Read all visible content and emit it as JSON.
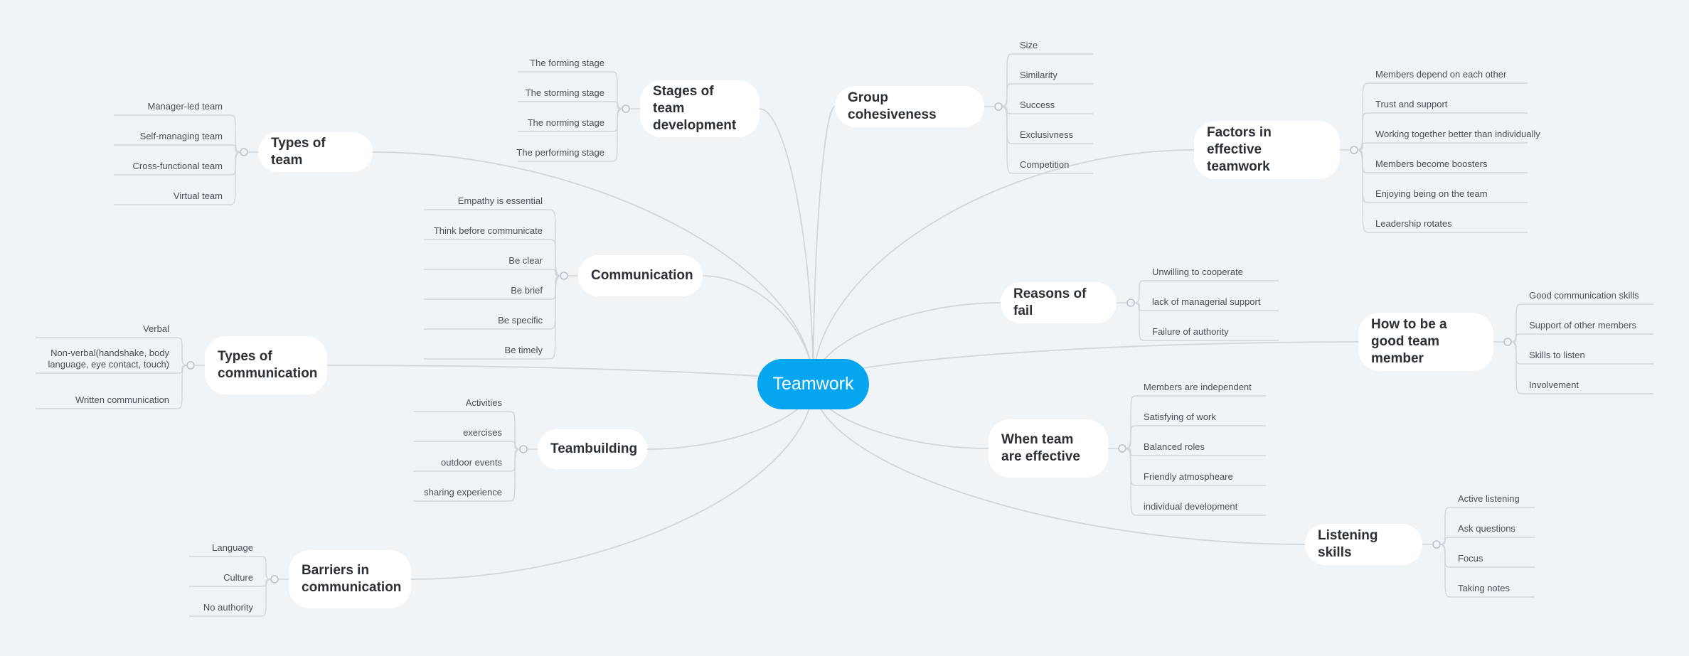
{
  "center": {
    "label": "Teamwork",
    "color": "#05a5ef"
  },
  "colors": {
    "background": "#f0f4f7",
    "line": "#cfd6dc",
    "topic_bg": "#ffffff"
  },
  "topics": [
    {
      "id": "types-of-team",
      "label": "Types of team",
      "side": "left",
      "subs": [
        "Manager-led team",
        "Self-managing team",
        "Cross-functional team",
        "Virtual team"
      ]
    },
    {
      "id": "stages-of-team-development",
      "label": "Stages of team development",
      "side": "left",
      "subs": [
        "The forming stage",
        "The storming stage",
        "The norming stage",
        "The performing stage"
      ]
    },
    {
      "id": "communication",
      "label": "Communication",
      "side": "left",
      "subs": [
        "Empathy is essential",
        "Think before communicate",
        "Be clear",
        "Be brief",
        "Be specific",
        "Be timely"
      ]
    },
    {
      "id": "types-of-communication",
      "label": "Types of communication",
      "side": "left",
      "subs": [
        "Verbal",
        "Non-verbal(handshake, body language, eye contact, touch)",
        "Written communication"
      ]
    },
    {
      "id": "teambuilding",
      "label": "Teambuilding",
      "side": "left",
      "subs": [
        "Activities",
        "exercises",
        "outdoor events",
        "sharing experience"
      ]
    },
    {
      "id": "barriers-in-communication",
      "label": "Barriers in communication",
      "side": "left",
      "subs": [
        "Language",
        "Culture",
        "No authority"
      ]
    },
    {
      "id": "group-cohesiveness",
      "label": "Group cohesiveness",
      "side": "right",
      "subs": [
        "Size",
        "Similarity",
        "Success",
        "Exclusivness",
        "Competition"
      ]
    },
    {
      "id": "factors-in-effective-teamwork",
      "label": "Factors in effective teamwork",
      "side": "right",
      "subs": [
        "Members depend on each other",
        "Trust and support",
        "Working together better than individually",
        "Members become boosters",
        "Enjoying being on the team",
        "Leadership rotates"
      ]
    },
    {
      "id": "reasons-of-fail",
      "label": "Reasons of fail",
      "side": "right",
      "subs": [
        "Unwilling to cooperate",
        "lack of managerial support",
        "Failure of authority"
      ]
    },
    {
      "id": "how-to-be-a-good-team-member",
      "label": "How to be a good team member",
      "side": "right",
      "subs": [
        "Good communication skills",
        "Support of other members",
        "Skills to listen",
        "Involvement"
      ]
    },
    {
      "id": "when-team-are-effective",
      "label": "When team are effective",
      "side": "right",
      "subs": [
        "Members are independent",
        "Satisfying of work",
        "Balanced roles",
        "Friendly atmospheare",
        "individual development"
      ]
    },
    {
      "id": "listening-skills",
      "label": "Listening skills",
      "side": "right",
      "subs": [
        "Active listening",
        "Ask questions",
        "Focus",
        "Taking notes"
      ]
    }
  ]
}
